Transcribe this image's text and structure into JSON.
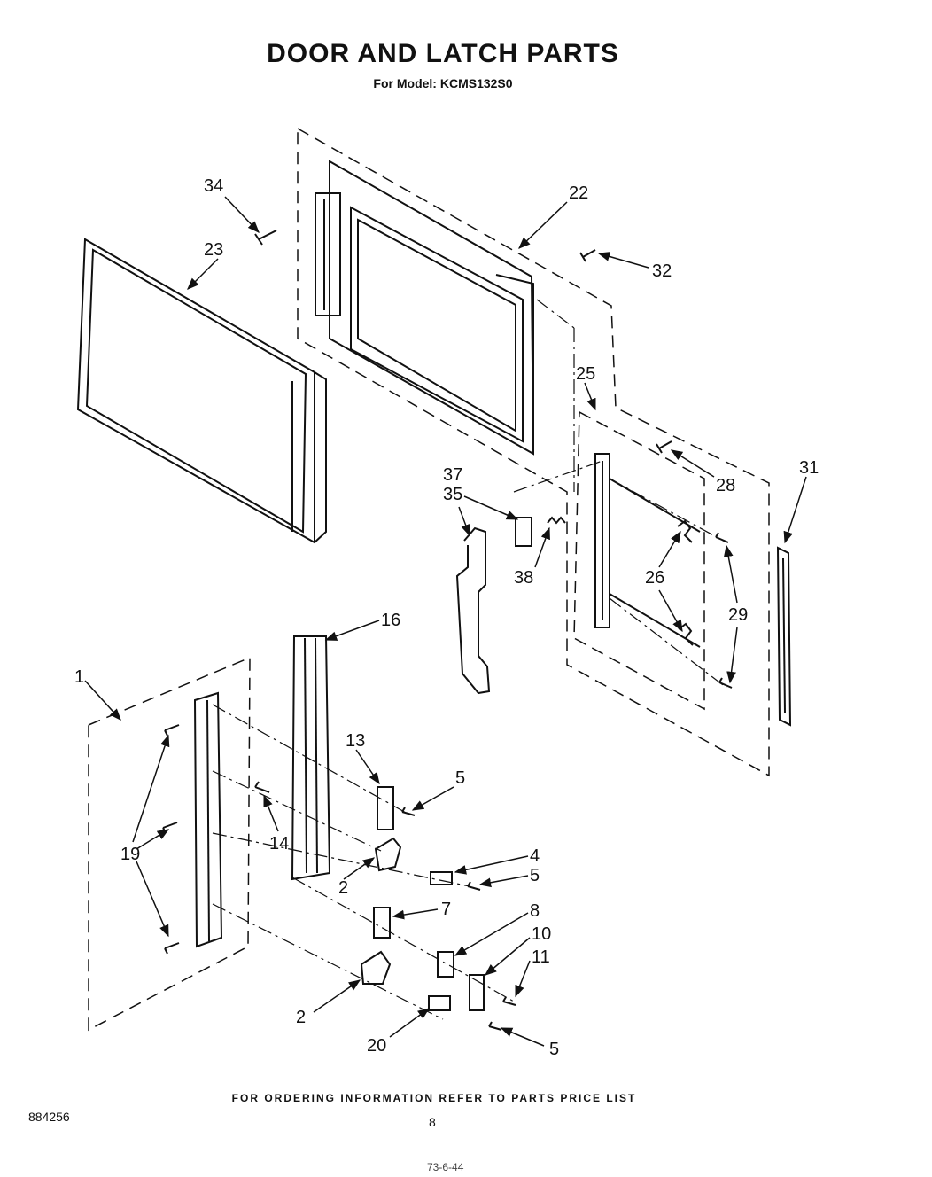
{
  "header": {
    "title": "DOOR AND LATCH PARTS",
    "subtitle": "For Model: KCMS132S0"
  },
  "callouts": {
    "c1": "1",
    "c2a": "2",
    "c2b": "2",
    "c4": "4",
    "c5a": "5",
    "c5b": "5",
    "c5c": "5",
    "c7": "7",
    "c8": "8",
    "c10": "10",
    "c11": "11",
    "c13": "13",
    "c14": "14",
    "c16": "16",
    "c19": "19",
    "c20": "20",
    "c22": "22",
    "c23": "23",
    "c25": "25",
    "c26": "26",
    "c28": "28",
    "c29": "29",
    "c31": "31",
    "c32": "32",
    "c34": "34",
    "c35": "35",
    "c37": "37",
    "c38": "38"
  },
  "footer": {
    "ordering_note": "FOR ORDERING INFORMATION REFER TO PARTS PRICE LIST",
    "part_number": "884256",
    "page_number": "8",
    "handwritten": "73-6-44"
  }
}
